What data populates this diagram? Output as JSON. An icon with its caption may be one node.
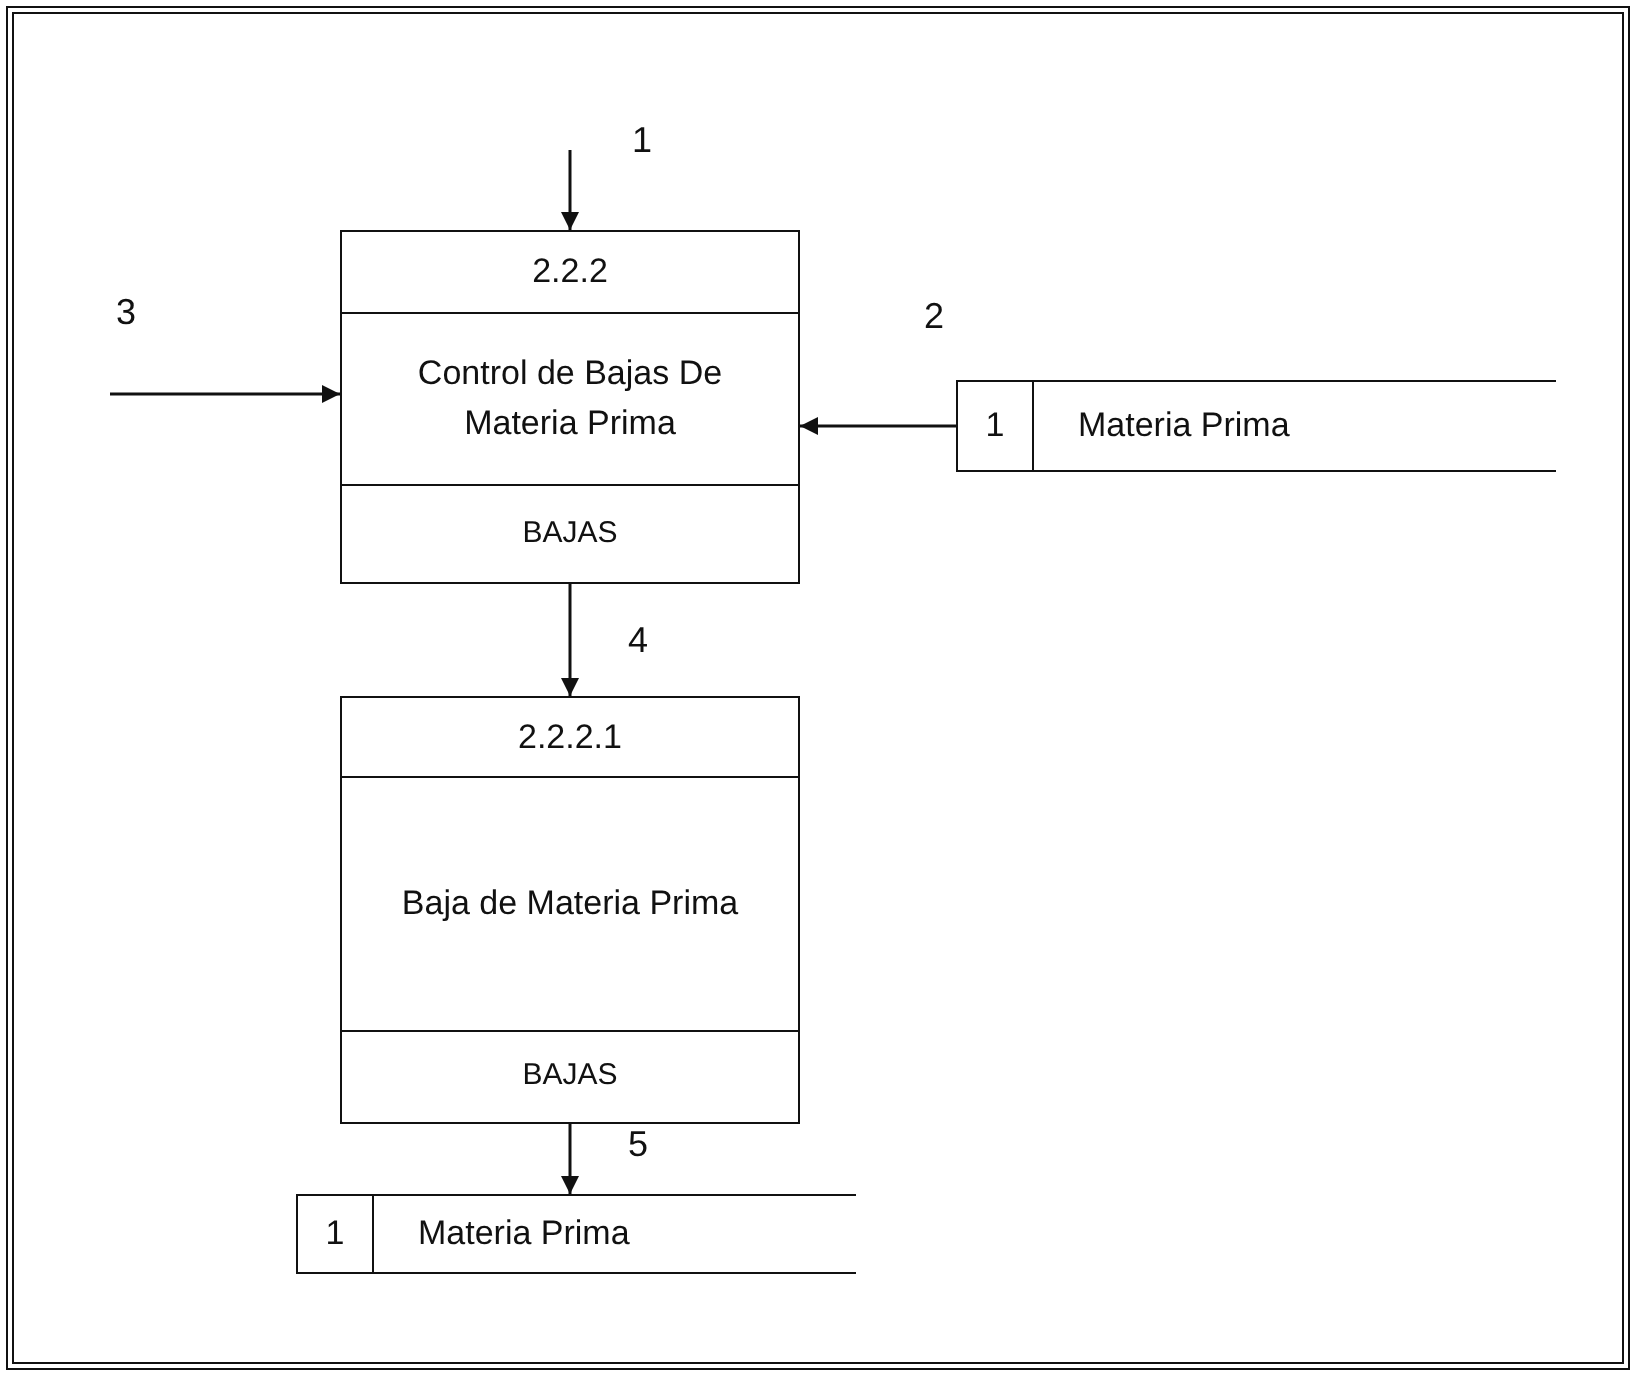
{
  "diagram": {
    "nodes": [
      {
        "text": [
          "2.2.2",
          "Control de Bajas De Materia Prima",
          "BAJAS"
        ]
      },
      {
        "text": [
          "2.2.2.1",
          "Baja de Materia Prima",
          "BAJAS"
        ]
      },
      {
        "text": [
          "1",
          "Materia Prima"
        ]
      },
      {
        "text": [
          "1",
          "Materia Prima"
        ]
      }
    ],
    "edges": [
      {
        "from": null,
        "to": 0,
        "arrow": "to",
        "label": "1"
      },
      {
        "from": null,
        "to": 0,
        "arrow": "to",
        "label": "3"
      },
      {
        "from": 2,
        "to": 0,
        "arrow": "to",
        "label": "2"
      },
      {
        "from": 0,
        "to": 1,
        "arrow": "to",
        "label": "4"
      },
      {
        "from": 1,
        "to": 3,
        "arrow": "to",
        "label": "5"
      }
    ]
  }
}
